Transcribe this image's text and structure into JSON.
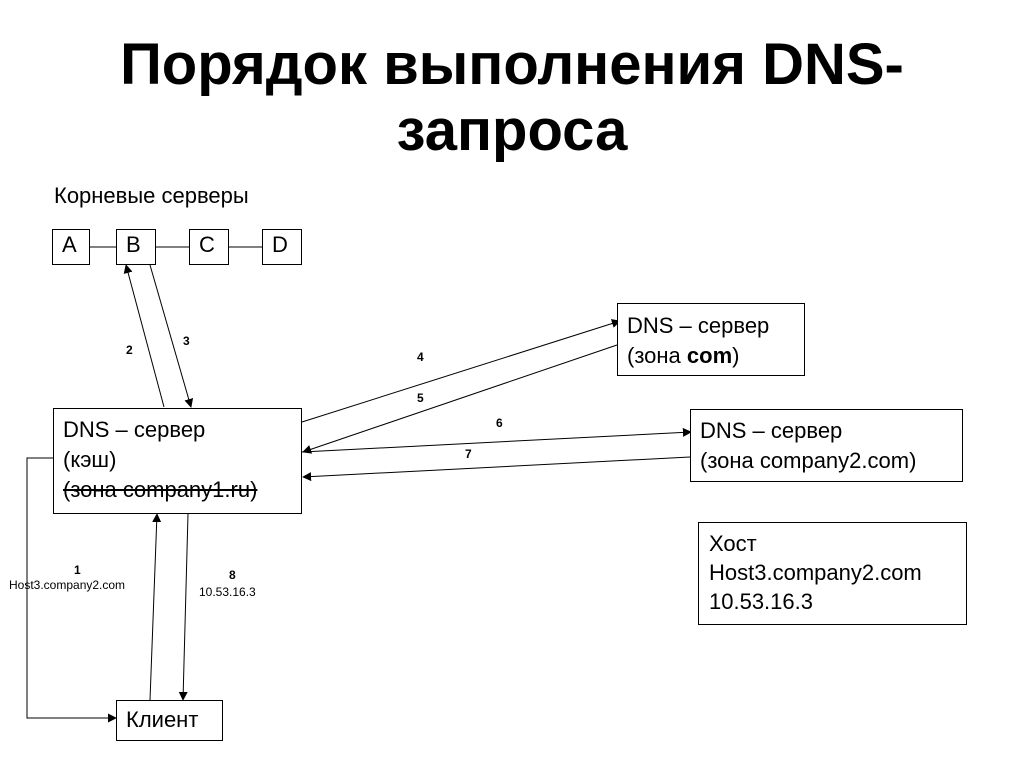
{
  "title": {
    "line1": "Порядок выполнения DNS-",
    "line2": "запроса"
  },
  "root_servers": {
    "label": "Корневые серверы",
    "boxes": [
      "A",
      "B",
      "C",
      "D"
    ]
  },
  "dns_cache": {
    "line1": "DNS – сервер",
    "line2": "(кэш)",
    "line3": "(зона company1.ru)"
  },
  "dns_com": {
    "line1": "DNS – сервер",
    "line2_prefix": "(зона ",
    "line2_bold": "com",
    "line2_suffix": ")"
  },
  "dns_company2": {
    "line1": "DNS – сервер",
    "line2": "(зона company2.com)"
  },
  "host_info": {
    "line1": "Хост",
    "line2": "Host3.company2.com",
    "line3": "10.53.16.3"
  },
  "client": {
    "label": "Клиент"
  },
  "steps": {
    "s1": "1",
    "s1_note": "Host3.company2.com",
    "s2": "2",
    "s3": "3",
    "s4": "4",
    "s5": "5",
    "s6": "6",
    "s7": "7",
    "s8": "8",
    "s8_note": "10.53.16.3"
  }
}
